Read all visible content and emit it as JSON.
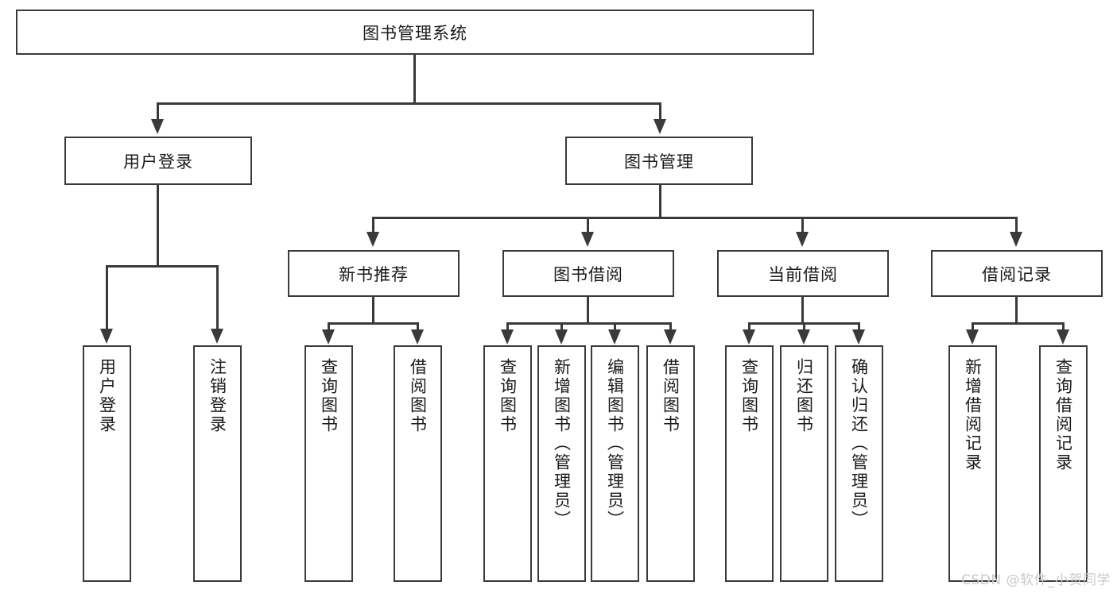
{
  "diagram": {
    "title_node": {
      "label": "图书管理系统"
    },
    "level2": [
      {
        "id": "user-login",
        "label": "用户登录"
      },
      {
        "id": "book-management",
        "label": "图书管理"
      }
    ],
    "level3": [
      {
        "id": "new-book-recommend",
        "label": "新书推荐"
      },
      {
        "id": "book-borrow",
        "label": "图书借阅"
      },
      {
        "id": "current-borrow",
        "label": "当前借阅"
      },
      {
        "id": "borrow-record",
        "label": "借阅记录"
      }
    ],
    "leaves": {
      "user_login": [
        {
          "id": "leaf-user-login",
          "label": "用户登录"
        },
        {
          "id": "leaf-logout-login",
          "label": "注销登录"
        }
      ],
      "new_book_recommend": [
        {
          "id": "leaf-query-book-1",
          "label": "查询图书"
        },
        {
          "id": "leaf-borrow-book-1",
          "label": "借阅图书"
        }
      ],
      "book_borrow": [
        {
          "id": "leaf-query-book-2",
          "label": "查询图书"
        },
        {
          "id": "leaf-add-book",
          "label": "新增图书（管理员）"
        },
        {
          "id": "leaf-edit-book",
          "label": "编辑图书（管理员）"
        },
        {
          "id": "leaf-borrow-book-2",
          "label": "借阅图书"
        }
      ],
      "current_borrow": [
        {
          "id": "leaf-query-book-3",
          "label": "查询图书"
        },
        {
          "id": "leaf-return-book",
          "label": "归还图书"
        },
        {
          "id": "leaf-confirm-return",
          "label": "确认归还（管理员）"
        }
      ],
      "borrow_record": [
        {
          "id": "leaf-add-record",
          "label": "新增借阅记录"
        },
        {
          "id": "leaf-query-record",
          "label": "查询借阅记录"
        }
      ]
    }
  },
  "watermark": {
    "text": "CSDN @软件_小贺同学"
  },
  "colors": {
    "stroke": "#3a3a3a",
    "background": "#ffffff",
    "text": "#1a1a1a",
    "watermark": "#c9c9c9"
  }
}
